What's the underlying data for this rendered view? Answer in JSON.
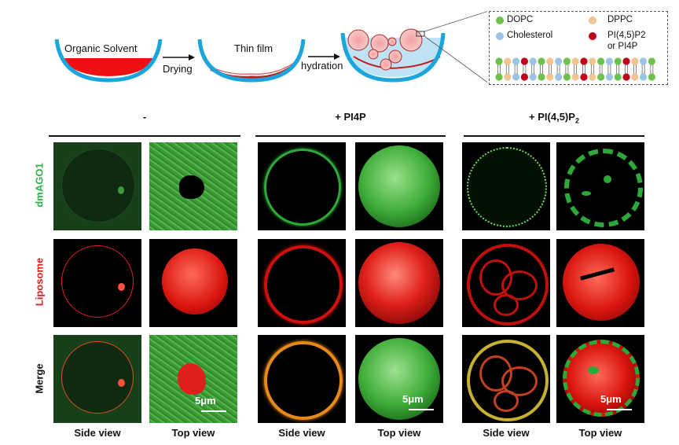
{
  "schematic": {
    "step1_label": "Organic Solvent",
    "arrow1_label": "Drying",
    "step2_label": "Thin film",
    "arrow2_label": "hydration"
  },
  "legend": {
    "items": [
      {
        "label": "DOPC",
        "color": "#6cc24a"
      },
      {
        "label": "DPPC",
        "color": "#f2c48f"
      },
      {
        "label": "Cholesterol",
        "color": "#9cc3e4"
      },
      {
        "label": "PI(4,5)P2",
        "label2": "or PI4P",
        "color": "#c0001a"
      }
    ]
  },
  "columns": [
    {
      "header": "-"
    },
    {
      "header": "+ PI4P"
    },
    {
      "header": "+ PI(4,5)P",
      "header_sub": "2"
    }
  ],
  "rows": [
    {
      "label": "dmAGO1",
      "color": "#2fb34a"
    },
    {
      "label": "Liposome",
      "color": "#e02020"
    },
    {
      "label": "Merge",
      "color": "#111111"
    }
  ],
  "views": {
    "side": "Side view",
    "top": "Top view"
  },
  "scale_bar": "5μm"
}
